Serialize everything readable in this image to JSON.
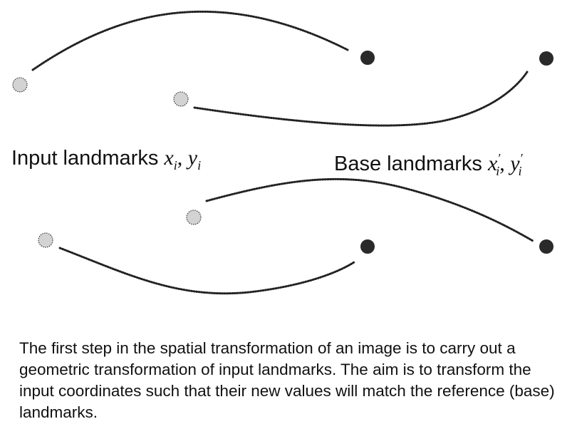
{
  "labels": {
    "input": {
      "text": "Input landmarks",
      "x_var": "x",
      "x_sub": "i",
      "sep": ", ",
      "y_var": "y",
      "y_sub": "i"
    },
    "base": {
      "text": "Base landmarks",
      "x_var": "x",
      "x_prime": "′",
      "x_sub": "i",
      "sep": ", ",
      "y_var": "y",
      "y_prime": "′",
      "y_sub": "i"
    }
  },
  "caption": "The first step in the spatial transformation of an image is to carry out a geometric transformation of input landmarks. The aim is to transform the input coordinates such that their new values will match the reference (base) landmarks.",
  "colors": {
    "input_point_fill": "#d3d3d3",
    "base_point_fill": "#2a2a2a",
    "curve": "#222222"
  },
  "landmark_pairs": [
    {
      "id": "pair-1",
      "input": "input-landmark-1",
      "base": "base-landmark-1"
    },
    {
      "id": "pair-2",
      "input": "input-landmark-2",
      "base": "base-landmark-2"
    },
    {
      "id": "pair-3",
      "input": "input-landmark-3",
      "base": "base-landmark-3"
    },
    {
      "id": "pair-4",
      "input": "input-landmark-4",
      "base": "base-landmark-4"
    }
  ]
}
